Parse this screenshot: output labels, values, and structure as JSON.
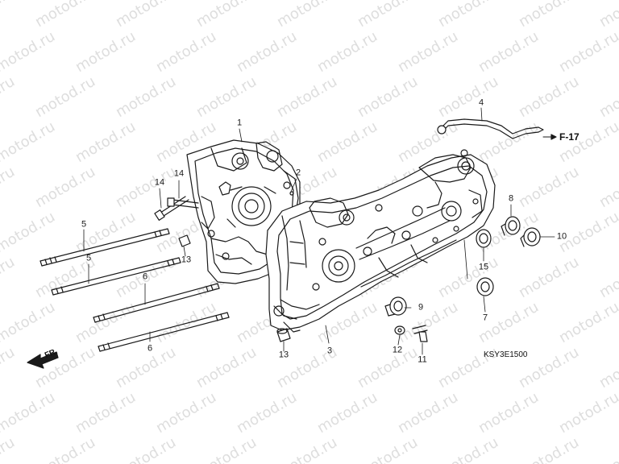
{
  "watermark": "motod.ru",
  "front_arrow": "FR.",
  "reference": "F-17",
  "diagram_code": "KSY3E1500",
  "callouts": {
    "c1": "1",
    "c2": "2",
    "c3": "3",
    "c4": "4",
    "c5a": "5",
    "c5b": "5",
    "c6a": "6",
    "c6b": "6",
    "c7": "7",
    "c8": "8",
    "c9": "9",
    "c10": "10",
    "c11": "11",
    "c12": "12",
    "c13a": "13",
    "c13b": "13",
    "c14a": "14",
    "c14b": "14",
    "c15": "15"
  }
}
